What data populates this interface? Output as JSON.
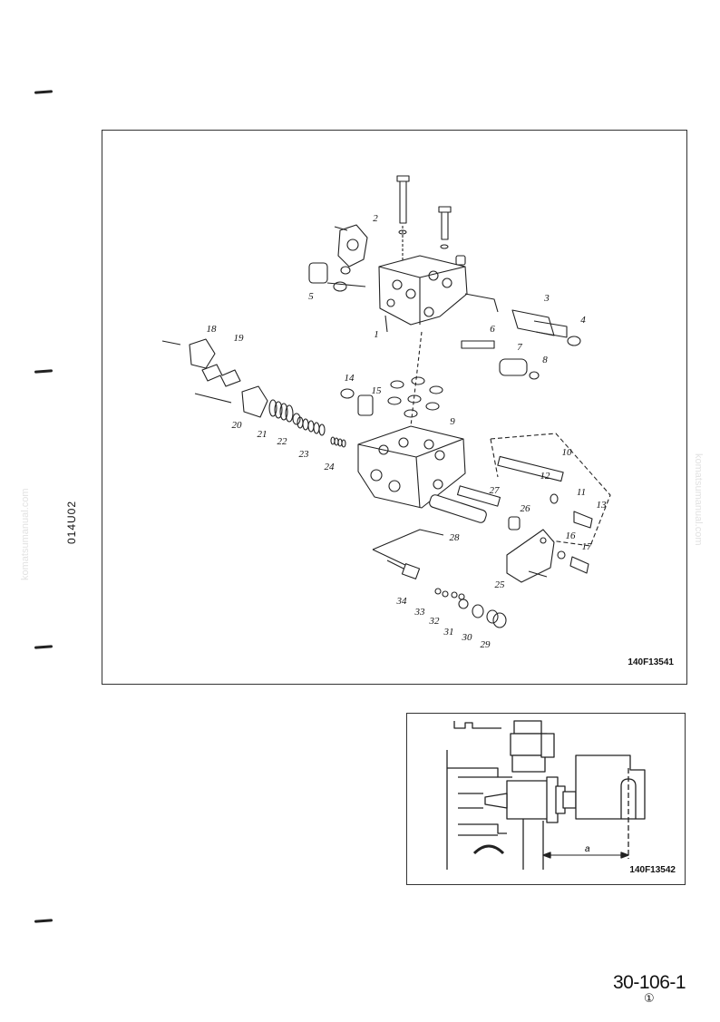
{
  "page": {
    "side_code": "014U02",
    "watermark": "komatsumanual.com",
    "page_number": "30-106-1",
    "revision_mark": "①"
  },
  "figure_main": {
    "ref_code": "140F13541",
    "callouts": [
      "1",
      "2",
      "3",
      "4",
      "5",
      "6",
      "7",
      "8",
      "9",
      "10",
      "11",
      "12",
      "13",
      "14",
      "15",
      "16",
      "17",
      "18",
      "19",
      "20",
      "21",
      "22",
      "23",
      "24",
      "25",
      "26",
      "27",
      "28",
      "29",
      "30",
      "31",
      "32",
      "33",
      "34"
    ]
  },
  "figure_detail": {
    "ref_code": "140F13542",
    "dimension_label": "a"
  }
}
